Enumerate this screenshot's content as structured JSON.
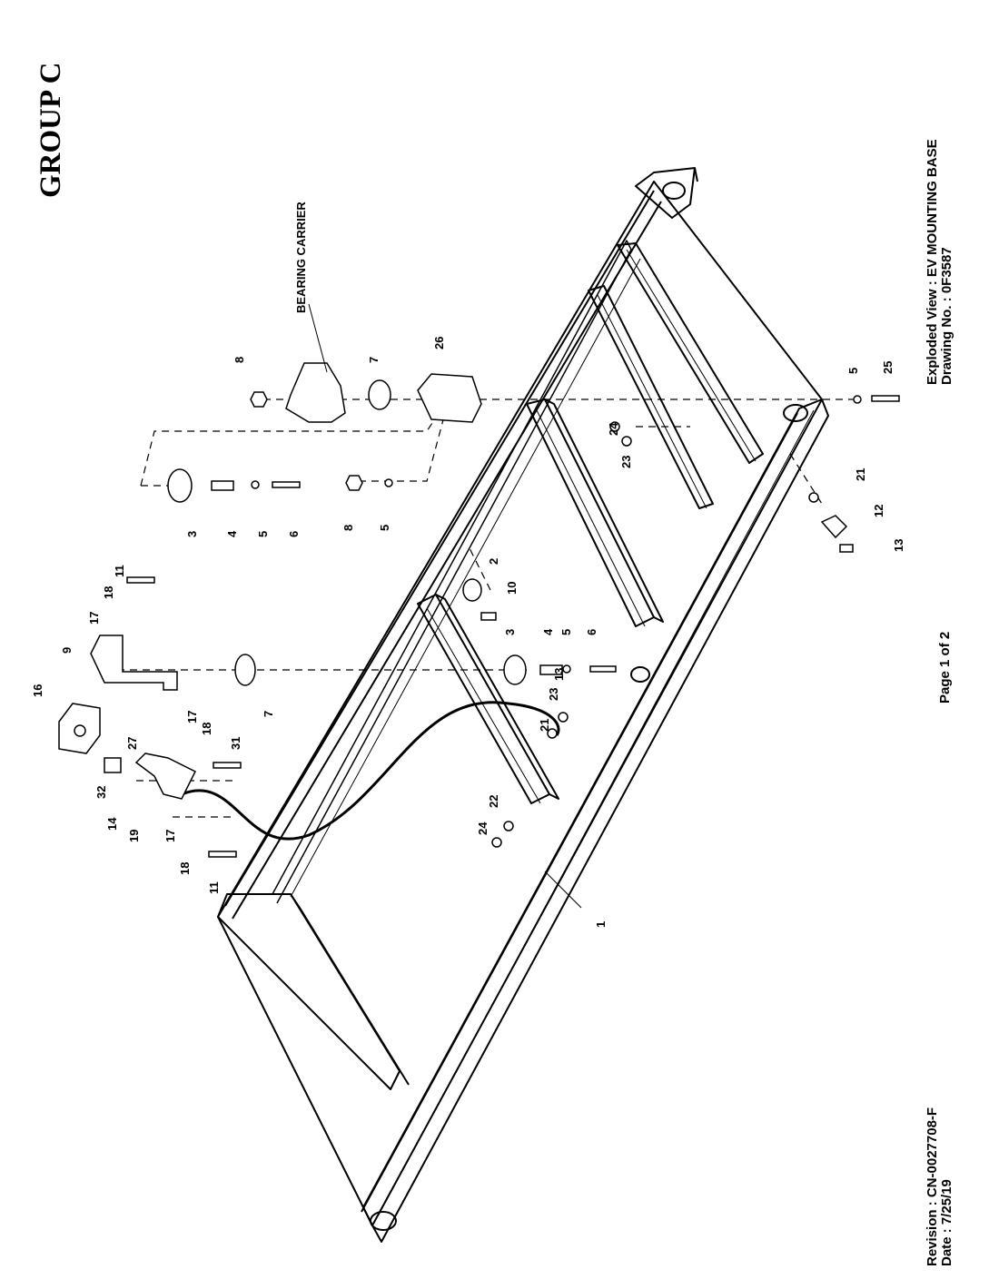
{
  "group_title": "GROUP C",
  "footer": {
    "revision": "Revision : CN-0027708-F",
    "date": "Date : 7/25/19",
    "page": "Page 1 of 2"
  },
  "title_block": {
    "view": "Exploded View : EV MOUNTING BASE",
    "drawing_no": "Drawing No. : 0F3587"
  },
  "label_bearing_carrier": "BEARING CARRIER",
  "callouts": [
    {
      "id": "c-1",
      "text": "1"
    },
    {
      "id": "c-2",
      "text": "2"
    },
    {
      "id": "c-3a",
      "text": "3"
    },
    {
      "id": "c-3b",
      "text": "3"
    },
    {
      "id": "c-4a",
      "text": "4"
    },
    {
      "id": "c-4b",
      "text": "4"
    },
    {
      "id": "c-5a",
      "text": "5"
    },
    {
      "id": "c-5b",
      "text": "5"
    },
    {
      "id": "c-5c",
      "text": "5"
    },
    {
      "id": "c-5d",
      "text": "5"
    },
    {
      "id": "c-6a",
      "text": "6"
    },
    {
      "id": "c-6b",
      "text": "6"
    },
    {
      "id": "c-7a",
      "text": "7"
    },
    {
      "id": "c-7b",
      "text": "7"
    },
    {
      "id": "c-8a",
      "text": "8"
    },
    {
      "id": "c-8b",
      "text": "8"
    },
    {
      "id": "c-9",
      "text": "9"
    },
    {
      "id": "c-10",
      "text": "10"
    },
    {
      "id": "c-11a",
      "text": "11"
    },
    {
      "id": "c-11b",
      "text": "11"
    },
    {
      "id": "c-12",
      "text": "12"
    },
    {
      "id": "c-13a",
      "text": "13"
    },
    {
      "id": "c-13b",
      "text": "13"
    },
    {
      "id": "c-14",
      "text": "14"
    },
    {
      "id": "c-16",
      "text": "16"
    },
    {
      "id": "c-17a",
      "text": "17"
    },
    {
      "id": "c-17b",
      "text": "17"
    },
    {
      "id": "c-17c",
      "text": "17"
    },
    {
      "id": "c-18a",
      "text": "18"
    },
    {
      "id": "c-18b",
      "text": "18"
    },
    {
      "id": "c-18c",
      "text": "18"
    },
    {
      "id": "c-19",
      "text": "19"
    },
    {
      "id": "c-21a",
      "text": "21"
    },
    {
      "id": "c-21b",
      "text": "21"
    },
    {
      "id": "c-22",
      "text": "22"
    },
    {
      "id": "c-23a",
      "text": "23"
    },
    {
      "id": "c-23b",
      "text": "23"
    },
    {
      "id": "c-24a",
      "text": "24"
    },
    {
      "id": "c-24b",
      "text": "24"
    },
    {
      "id": "c-25",
      "text": "25"
    },
    {
      "id": "c-26",
      "text": "26"
    },
    {
      "id": "c-27",
      "text": "27"
    },
    {
      "id": "c-31",
      "text": "31"
    },
    {
      "id": "c-32",
      "text": "32"
    }
  ]
}
